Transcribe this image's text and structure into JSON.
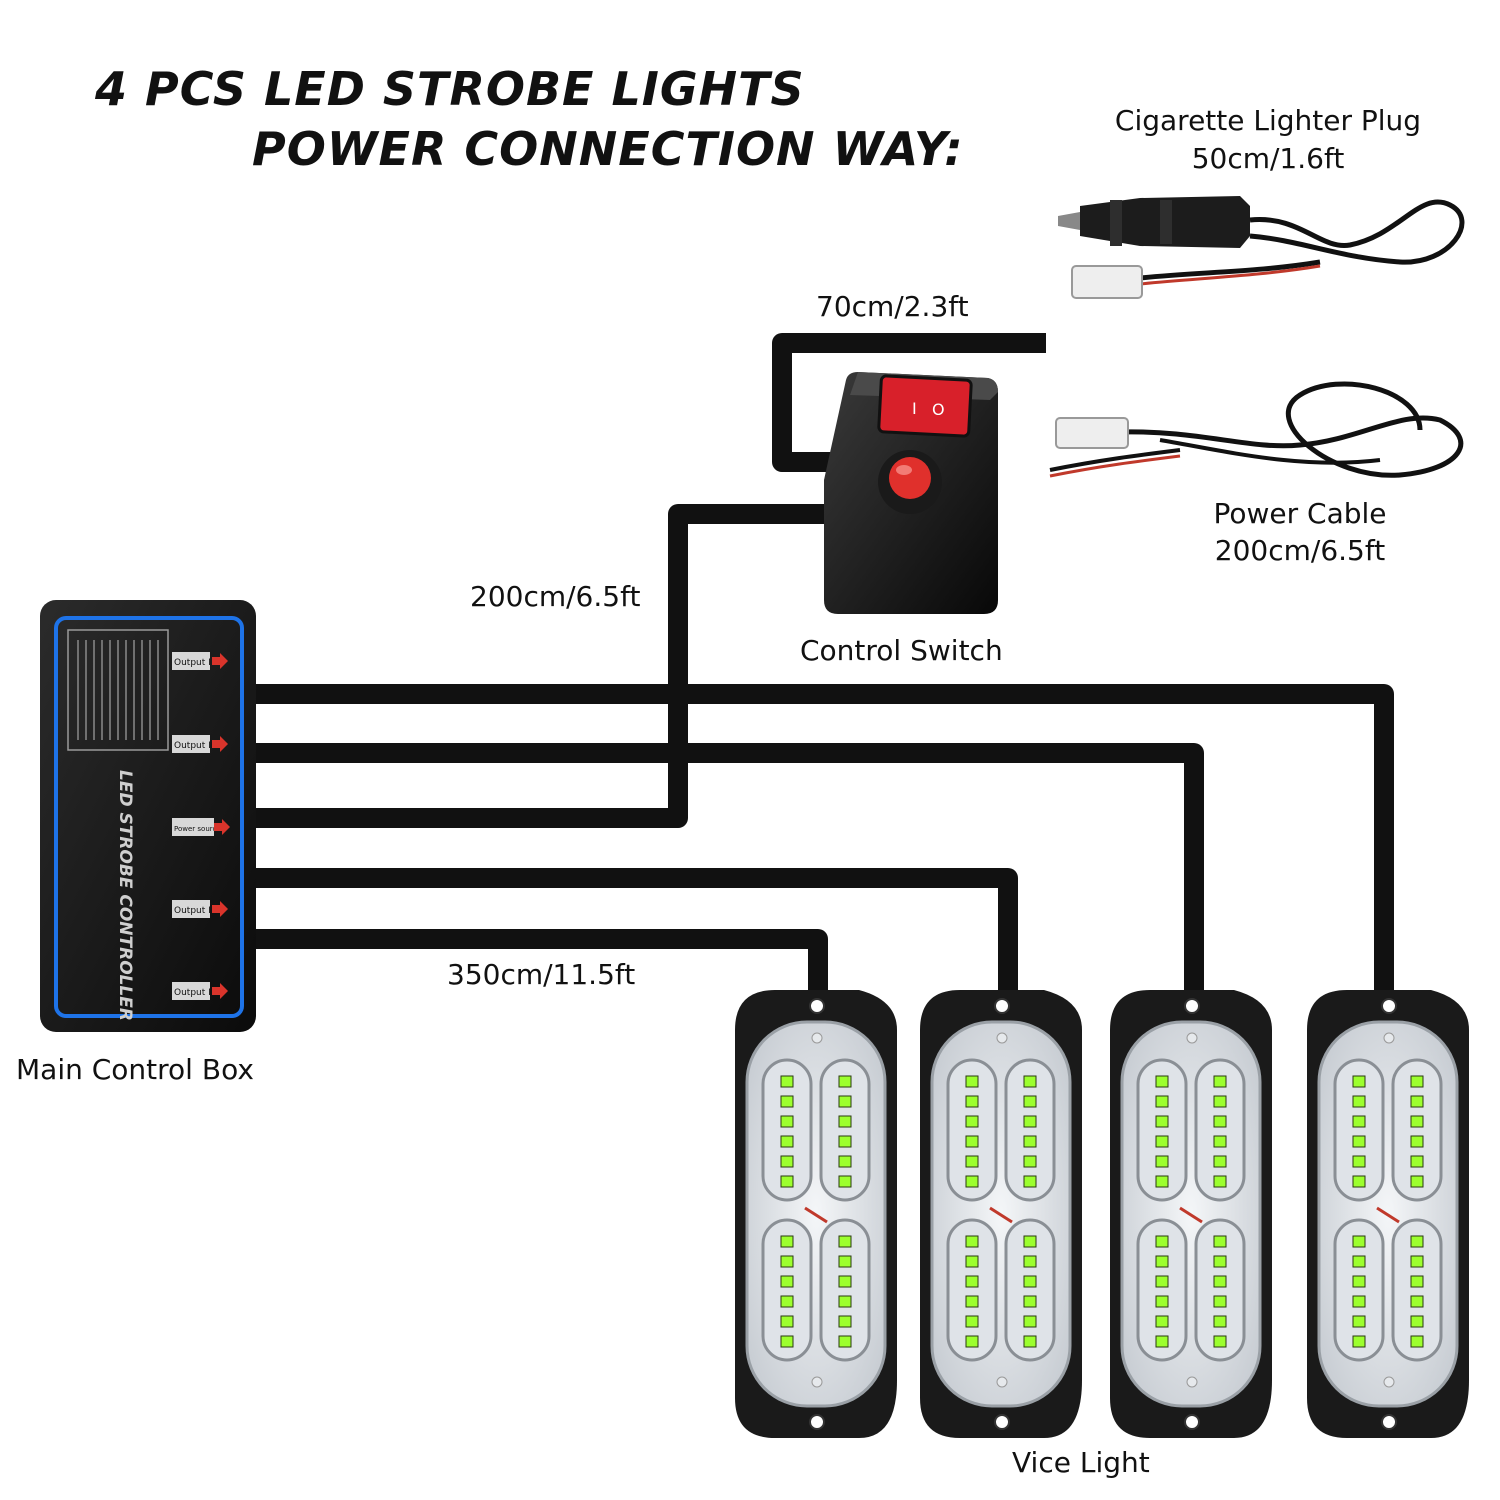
{
  "title": {
    "line1": "4 PCS LED STROBE LIGHTS",
    "line2": "POWER CONNECTION WAY:"
  },
  "labels": {
    "cigarette_plug_name": "Cigarette Lighter Plug",
    "cigarette_plug_length": "50cm/1.6ft",
    "switch_cable_length": "70cm/2.3ft",
    "power_cable_name": "Power Cable",
    "power_cable_length": "200cm/6.5ft",
    "switch_to_box_length": "200cm/6.5ft",
    "control_switch": "Control Switch",
    "main_control_box": "Main Control Box",
    "light_cable_length": "350cm/11.5ft",
    "vice_light": "Vice Light"
  },
  "control_box": {
    "heading": "LED STROBE CONTROLLER",
    "ports": [
      "Output I",
      "Output II",
      "Power source",
      "Output III",
      "Output IV"
    ],
    "accent_color": "#1e73e8",
    "arrow_color": "#d9342b"
  },
  "switch": {
    "rocker_color": "#d8202a",
    "rocker_marks": [
      "I",
      "O"
    ],
    "button_color": "#e0302c"
  },
  "lights": {
    "count": 4,
    "led_color": "#9cff2e"
  },
  "colors": {
    "cable": "#111111"
  }
}
